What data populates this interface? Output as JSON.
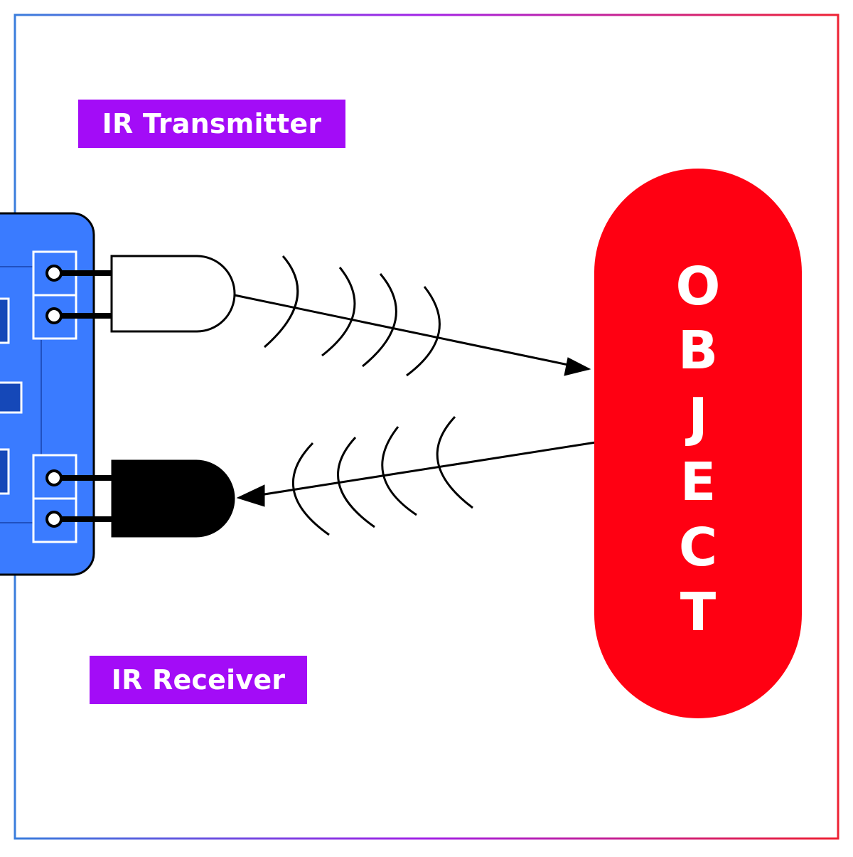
{
  "labels": {
    "transmitter": "IR Transmitter",
    "receiver": "IR Receiver"
  },
  "object": {
    "letters": [
      "O",
      "B",
      "J",
      "E",
      "C",
      "T"
    ]
  },
  "colors": {
    "label_background": "#a30cf7",
    "object_fill": "#ff0012",
    "board_fill": "#3a7bff",
    "frame_gradient_start": "#3a7ddc",
    "frame_gradient_mid": "#a322e6",
    "frame_gradient_end": "#ee2233"
  }
}
